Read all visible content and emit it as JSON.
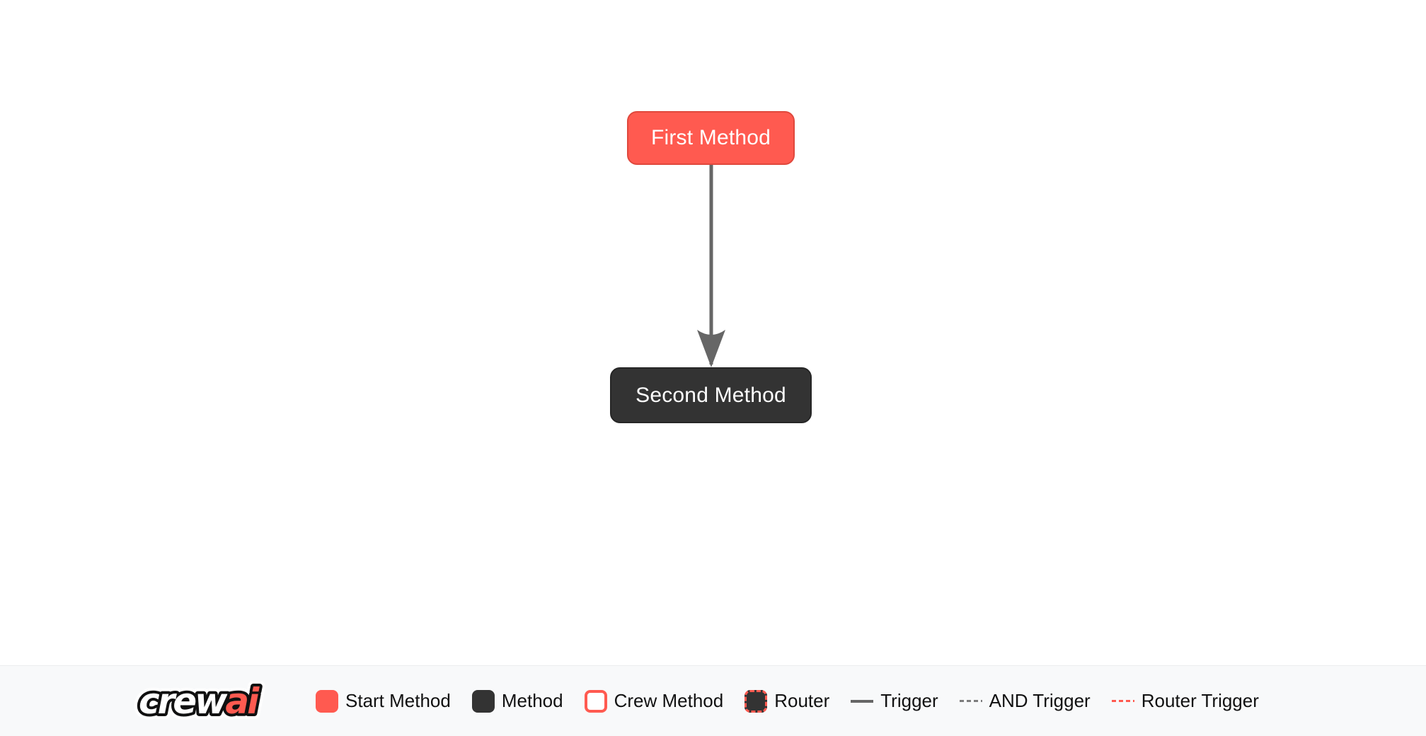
{
  "page": {
    "canvas_background": "#FFFFFF"
  },
  "diagram": {
    "nodes": [
      {
        "label": "First Method",
        "type": "start-method",
        "fill": "#FF5A50",
        "border": "#E0483D",
        "text_color": "#FFFFFF"
      },
      {
        "label": "Second Method",
        "type": "method",
        "fill": "#333333",
        "border": "#262626",
        "text_color": "#FFFFFF"
      }
    ],
    "edges": [
      {
        "from": "First Method",
        "to": "Second Method",
        "type": "trigger",
        "style": "solid",
        "color": "#666666",
        "direction": "down"
      }
    ]
  },
  "legend": {
    "background": "#F8F9FA",
    "logo": {
      "full": "crewai",
      "crew": "crew",
      "ai": "ai",
      "crew_color": "#FFFFFF",
      "ai_color": "#FF5A50",
      "outline_color": "#111111"
    },
    "items": [
      {
        "label": "Start Method",
        "swatch": "start-square",
        "color": "#FF5A50"
      },
      {
        "label": "Method",
        "swatch": "method-square",
        "color": "#333333"
      },
      {
        "label": "Crew Method",
        "swatch": "crew-square",
        "color": "#FFFFFF",
        "border_color": "#FF5A50"
      },
      {
        "label": "Router",
        "swatch": "router-square",
        "color": "#333333",
        "border_color": "#FF5A50",
        "border_style": "dashed"
      },
      {
        "label": "Trigger",
        "swatch": "solid-line",
        "color": "#666666"
      },
      {
        "label": "AND Trigger",
        "swatch": "dashed-line",
        "color": "#7D7D7D"
      },
      {
        "label": "Router Trigger",
        "swatch": "red-dashed-line",
        "color": "#FF5A50"
      }
    ]
  }
}
